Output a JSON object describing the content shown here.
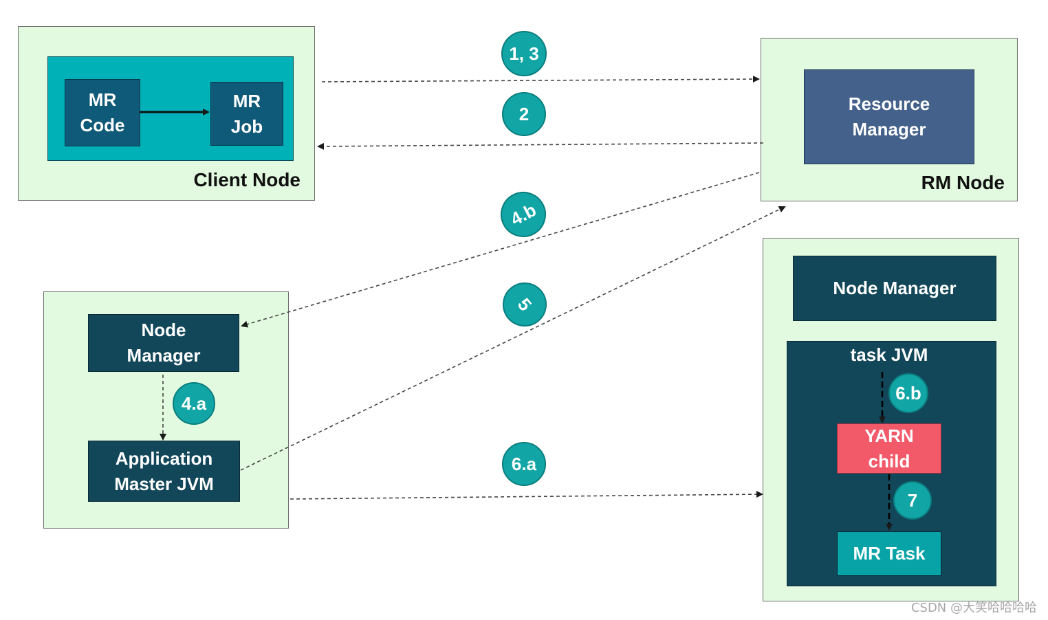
{
  "client_node": {
    "label": "Client Node",
    "mr_code": "MR\nCode",
    "mr_job": "MR\nJob"
  },
  "rm_node": {
    "label": "RM Node",
    "resource_manager": "Resource\nManager"
  },
  "am_node": {
    "node_manager": "Node\nManager",
    "app_master": "Application\nMaster JVM"
  },
  "worker_node": {
    "node_manager": "Node Manager",
    "task_jvm": "task JVM",
    "yarn_child": "YARN\nchild",
    "mr_task": "MR Task"
  },
  "steps": {
    "s13": "1, 3",
    "s2": "2",
    "s4b": "4.b",
    "s5": "5",
    "s4a": "4.a",
    "s6a": "6.a",
    "s6b": "6.b",
    "s7": "7"
  },
  "watermark": "CSDN @大笑哈哈哈哈",
  "colors": {
    "node_bg": "#e2fadf",
    "badge": "#12a5a5",
    "dark_box": "#12475a",
    "resource_manager": "#43618b",
    "yarn_child": "#f25a69",
    "teal_panel": "#00b1b8"
  }
}
